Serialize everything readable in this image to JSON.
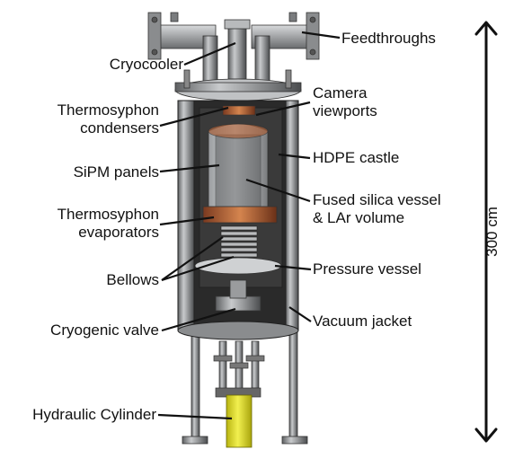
{
  "labels": {
    "feedthroughs": "Feedthroughs",
    "cryocooler": "Cryocooler",
    "camera_viewports": [
      "Camera",
      "viewports"
    ],
    "thermosyphon_condensers": [
      "Thermosyphon",
      "condensers"
    ],
    "hdpe_castle": "HDPE castle",
    "sipm_panels": "SiPM panels",
    "fused_silica_vessel": [
      "Fused silica vessel",
      "& LAr volume"
    ],
    "thermosyphon_evaporators": [
      "Thermosyphon",
      "evaporators"
    ],
    "bellows": "Bellows",
    "pressure_vessel": "Pressure vessel",
    "cryogenic_valve": "Cryogenic valve",
    "vacuum_jacket": "Vacuum jacket",
    "hydraulic_cylinder": "Hydraulic Cylinder"
  },
  "scale": {
    "label": "300 cm"
  },
  "colors": {
    "steel": "#8a8c8e",
    "dark_interior": "#2a2a2a",
    "copper": "#b0603a",
    "hydraulic": "#e4e21a"
  }
}
